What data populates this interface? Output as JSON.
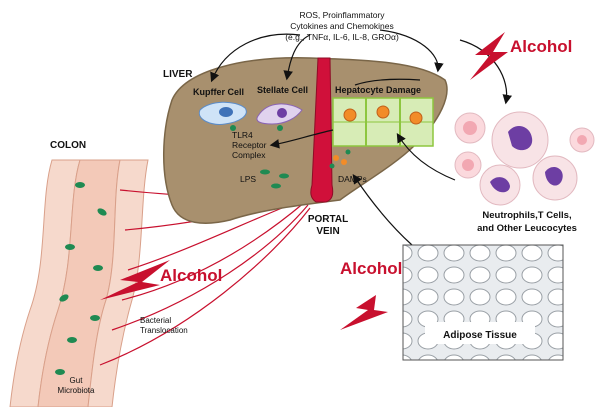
{
  "labels": {
    "ros_line1": "ROS, Proinflammatory",
    "ros_line2": "Cytokines and Chemokines",
    "ros_line3": "(e.g., TNFα, IL-6, IL-8, GROα)",
    "liver": "LIVER",
    "kupffer": "Kupffer Cell",
    "stellate": "Stellate Cell",
    "hepatocyte": "Hepatocyte Damage",
    "tlr4_line1": "TLR4",
    "tlr4_line2": "Receptor",
    "tlr4_line3": "Complex",
    "lps": "LPS",
    "damps": "DAMPs",
    "portal_line1": "PORTAL",
    "portal_line2": "VEIN",
    "colon": "COLON",
    "bacterial_line1": "Bacterial",
    "bacterial_line2": "Translocation",
    "gut_line1": "Gut",
    "gut_line2": "Microbiota",
    "neutro_line1": "Neutrophils,T Cells,",
    "neutro_line2": "and Other Leucocytes",
    "adipose": "Adipose Tissue",
    "alcohol_top": "Alcohol",
    "alcohol_mid": "Alcohol",
    "alcohol_bottom": "Alcohol"
  },
  "colors": {
    "liver": "#a8906e",
    "colon_wall": "#f3c9b8",
    "vessel": "#c8102e",
    "alcohol": "#c8102e",
    "bacteria": "#1f8a52",
    "hepatocyte_green": "#8dc63f",
    "nucleus_orange": "#f28c28"
  }
}
